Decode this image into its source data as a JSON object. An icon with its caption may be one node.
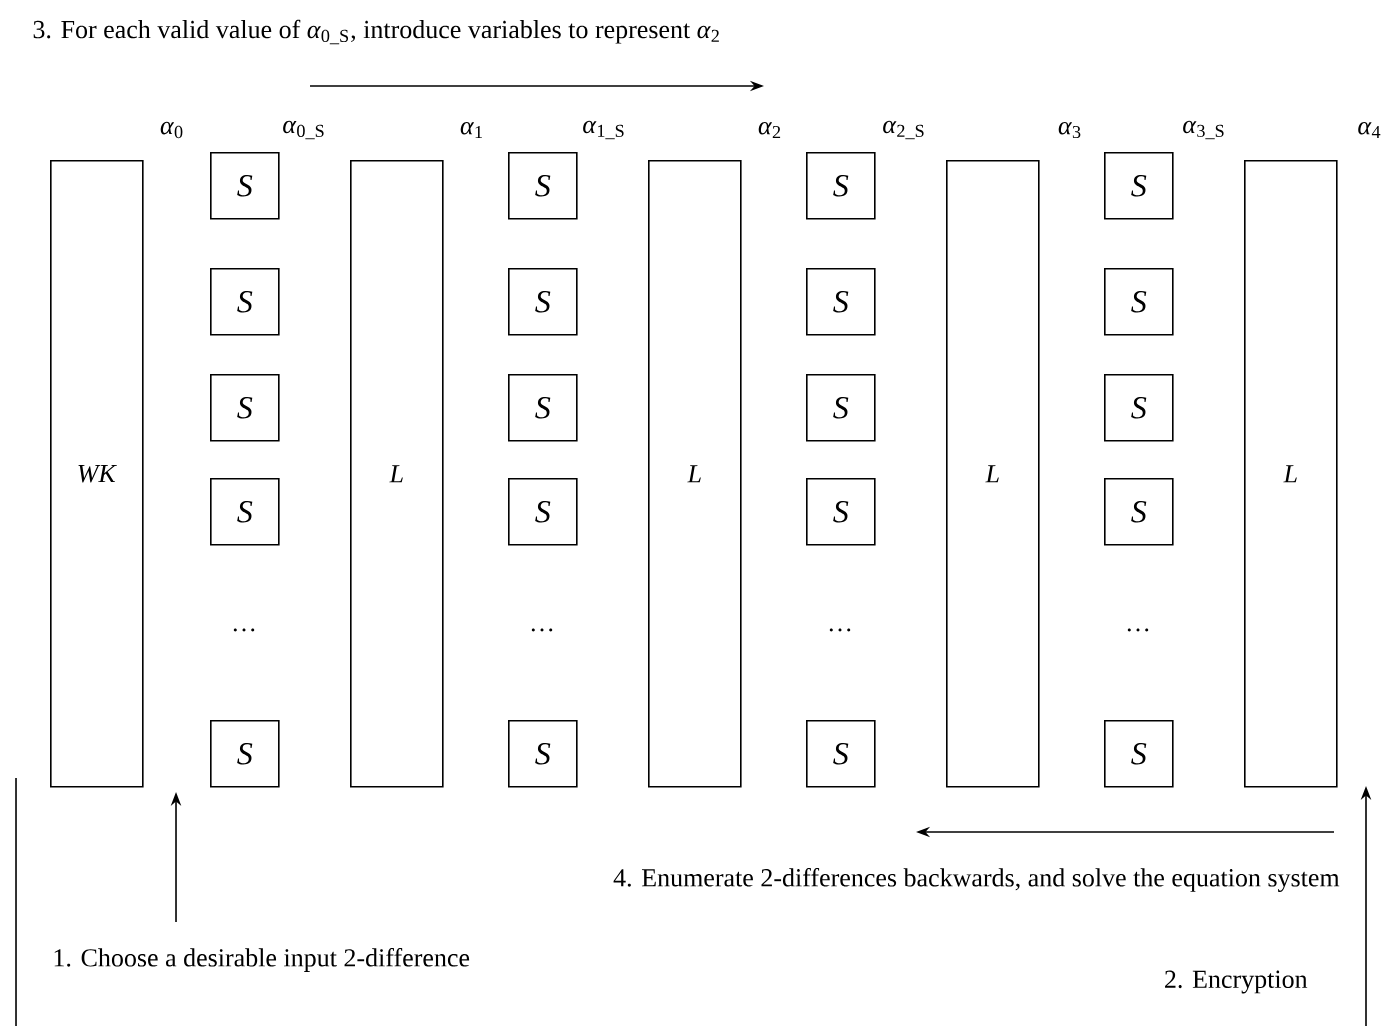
{
  "diagram": {
    "nodes": [
      {
        "text": [
          "*WK*"
        ]
      },
      {
        "text": [
          "*S*"
        ]
      },
      {
        "text": [
          "*S*"
        ]
      },
      {
        "text": [
          "*S*"
        ]
      },
      {
        "text": [
          "*S*"
        ]
      },
      {
        "text": [
          "*S*"
        ]
      },
      {
        "text": [
          "*L*"
        ]
      },
      {
        "text": [
          "*S*"
        ]
      },
      {
        "text": [
          "*S*"
        ]
      },
      {
        "text": [
          "*S*"
        ]
      },
      {
        "text": [
          "*S*"
        ]
      },
      {
        "text": [
          "*S*"
        ]
      },
      {
        "text": [
          "*L*"
        ]
      },
      {
        "text": [
          "*S*"
        ]
      },
      {
        "text": [
          "*S*"
        ]
      },
      {
        "text": [
          "*S*"
        ]
      },
      {
        "text": [
          "*S*"
        ]
      },
      {
        "text": [
          "*S*"
        ]
      },
      {
        "text": [
          "*L*"
        ]
      },
      {
        "text": [
          "*S*"
        ]
      },
      {
        "text": [
          "*S*"
        ]
      },
      {
        "text": [
          "*S*"
        ]
      },
      {
        "text": [
          "*S*"
        ]
      },
      {
        "text": [
          "*S*"
        ]
      },
      {
        "text": [
          "*L*"
        ]
      }
    ],
    "labels": [
      "3. For each valid value of *α*$_{0_S}$, introduce variables to represent *α*$_{2}$",
      "*α*$_{0}$",
      "*α*$_{0_S}$",
      "*α*$_{1}$",
      "*α*$_{1_S}$",
      "*α*$_{2}$",
      "*α*$_{2_S}$",
      "*α*$_{3}$",
      "*α*$_{3_S}$",
      "*α*$_{4}$",
      "…",
      "…",
      "…",
      "…",
      "4. Enumerate 2-differences backwards, and solve the equation system",
      "1. Choose a desirable input 2-difference",
      "2. Encryption"
    ]
  }
}
